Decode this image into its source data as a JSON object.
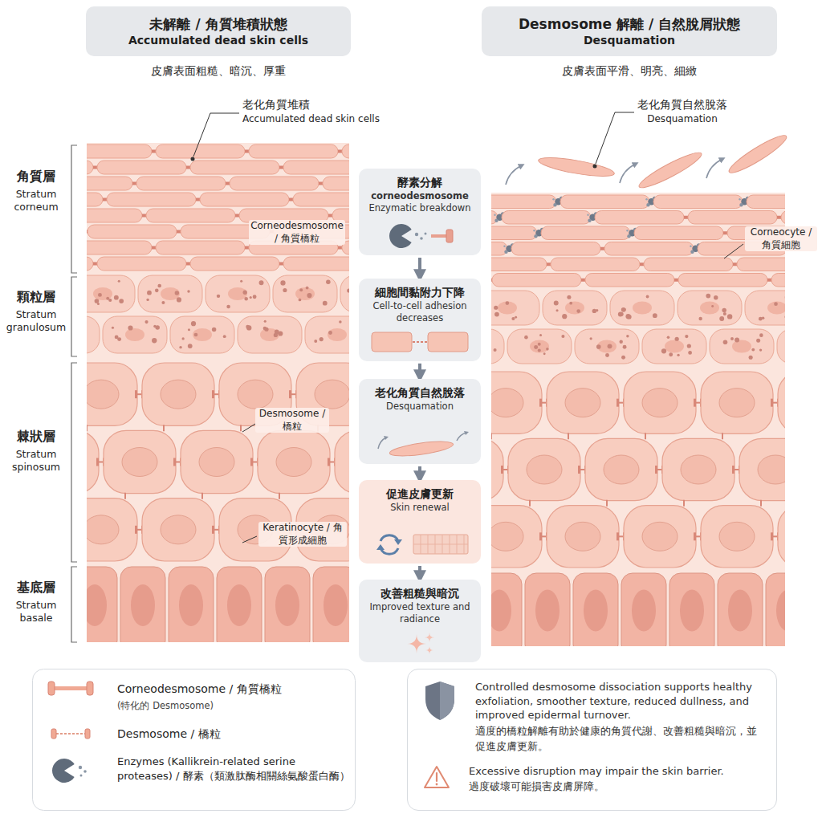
{
  "diagram": {
    "nodes": [
      {
        "text": [
          "未解離 / 角質堆積狀態",
          "Accumulated dead skin cells"
        ]
      },
      {
        "text": [
          "Desmosome 解離 / 自然脫屑狀態",
          "Desquamation"
        ]
      },
      {
        "text": [
          "酵素分解",
          "corneodesmosome",
          "Enzymatic breakdown"
        ]
      },
      {
        "text": [
          "細胞間黏附力下降",
          "Cell-to-cell adhesion decreases"
        ]
      },
      {
        "text": [
          "老化角質自然脫落",
          "Desquamation"
        ]
      },
      {
        "text": [
          "促進皮膚更新",
          "Skin renewal"
        ]
      },
      {
        "text": [
          "改善粗糙與暗沉",
          "Improved texture and radiance"
        ]
      },
      {
        "text": [
          "Controlled desmosome dissociation supports healthy exfoliation, smoother texture, reduced dullness, and improved epidermal turnover.",
          "適度的橋粒解離有助於健康的角質代謝、改善粗糙與暗沉，並促進皮膚更新。",
          "Excessive disruption may impair the skin barrier.",
          "過度破壞可能損害皮膚屏障。"
        ]
      }
    ],
    "edges": [
      {
        "from": 2,
        "to": 3,
        "arrow": "to"
      },
      {
        "from": 3,
        "to": 4,
        "arrow": "to"
      },
      {
        "from": 4,
        "to": 5,
        "arrow": "to"
      },
      {
        "from": 5,
        "to": 6,
        "arrow": "to"
      }
    ],
    "labels": [
      "皮膚表面粗糙、暗沉、厚重",
      "皮膚表面平滑、明亮、細緻",
      "老化角質堆積",
      "Accumulated dead skin cells",
      "Corneodesmosome / 角質橋粒",
      "Desmosome / 橋粒",
      "Keratinocyte / 角質形成細胞",
      "角質層",
      "Stratum corneum",
      "顆粒層",
      "Stratum granulosum",
      "棘狀層",
      "Stratum spinosum",
      "基底層",
      "Stratum basale",
      "老化角質自然脫落",
      "Desquamation",
      "Corneocyte / 角質細胞",
      "(特化的 Desmosome)"
    ],
    "legend": [
      {
        "text": "Corneodesmosome / 角質橋粒"
      },
      {
        "text": "Desmosome / 橋粒"
      },
      {
        "text": "Enzymes (Kallikrein-related serine proteases) / 酵素（類激肽酶相關絲氨酸蛋白酶）"
      }
    ]
  }
}
